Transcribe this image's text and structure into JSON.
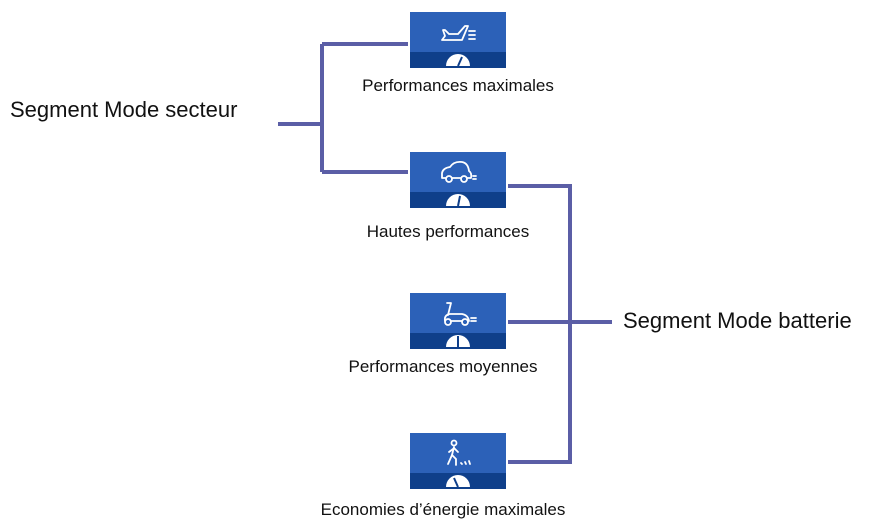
{
  "segments": {
    "ac": "Segment Mode secteur",
    "battery": "Segment Mode batterie"
  },
  "modes": [
    {
      "label": "Performances maximales",
      "icon": "airplane-icon"
    },
    {
      "label": "Hautes performances",
      "icon": "car-icon"
    },
    {
      "label": "Performances moyennes",
      "icon": "scooter-icon"
    },
    {
      "label": "Economies d’énergie maximales",
      "icon": "walking-person-icon"
    }
  ],
  "colors": {
    "connector": "#5b5ea6",
    "tile_top": "#2c61b8",
    "tile_bottom": "#0f3f8a"
  }
}
